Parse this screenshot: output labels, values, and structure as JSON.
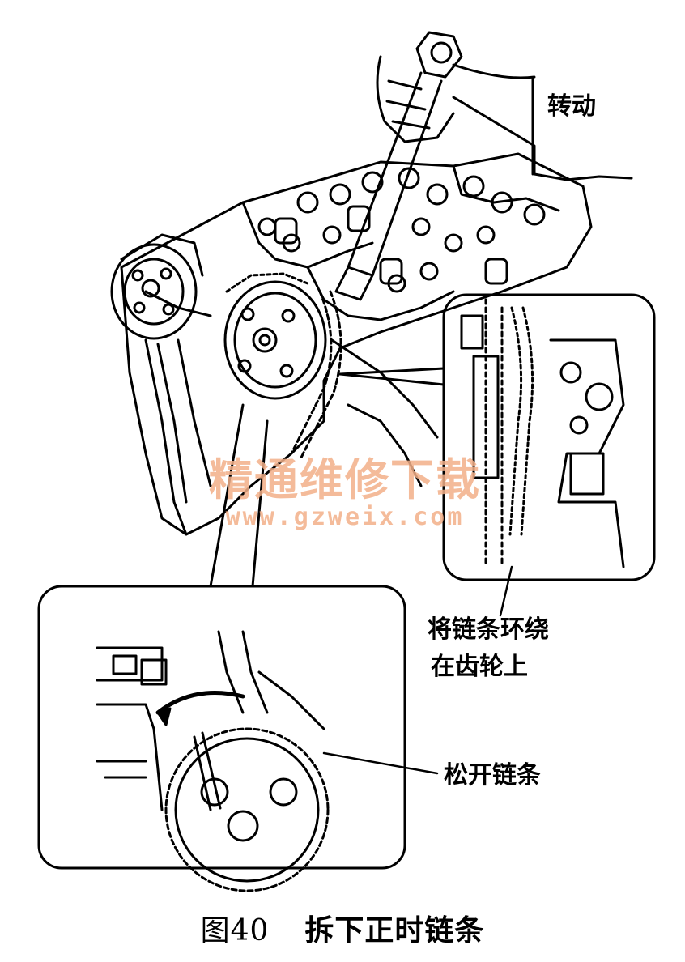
{
  "labels": {
    "rotate": "转动",
    "wrap_line1": "将链条环绕",
    "wrap_line2": "在齿轮上",
    "loosen": "松开链条"
  },
  "caption": {
    "number": "图40",
    "title": "拆下正时链条"
  },
  "watermark": {
    "chinese": "精通维修下载",
    "url": "www.gzweix.com",
    "color": "#f3b089"
  },
  "colors": {
    "ink": "#000000",
    "paper": "#ffffff"
  }
}
